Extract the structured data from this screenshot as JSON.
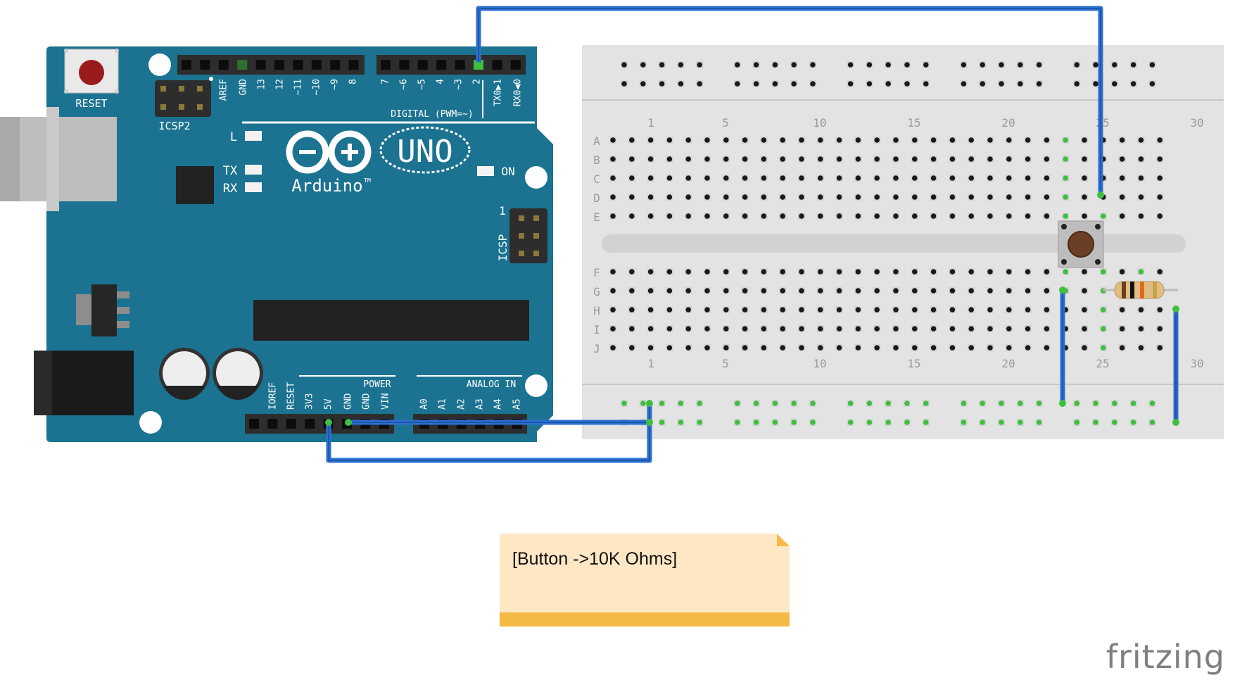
{
  "arduino": {
    "reset_label": "RESET",
    "icsp2_label": "ICSP2",
    "icsp_label": "ICSP",
    "icsp_pin1": "1",
    "led_l": "L",
    "led_tx": "TX",
    "led_rx": "RX",
    "led_on": "ON",
    "logo_text": "Arduino",
    "tm": "TM",
    "uno_text": "UNO",
    "digital_label": "DIGITAL (PWM=~)",
    "power_label": "POWER",
    "analog_label": "ANALOG IN",
    "digital_pins": [
      "AREF",
      "GND",
      "13",
      "12",
      "~11",
      "~10",
      "~9",
      "8",
      "7",
      "~6",
      "~5",
      "4",
      "~3",
      "2",
      "TX0▶1",
      "RX0◀0"
    ],
    "power_pins": [
      "IOREF",
      "RESET",
      "3V3",
      "5V",
      "GND",
      "GND",
      "VIN"
    ],
    "analog_pins": [
      "A0",
      "A1",
      "A2",
      "A3",
      "A4",
      "A5"
    ]
  },
  "breadboard": {
    "row_letters_top": [
      "A",
      "B",
      "C",
      "D",
      "E"
    ],
    "row_letters_bottom": [
      "F",
      "G",
      "H",
      "I",
      "J"
    ],
    "column_numbers": [
      "1",
      "5",
      "10",
      "15",
      "20",
      "25",
      "30"
    ]
  },
  "note": {
    "text": "[Button ->10K Ohms]"
  },
  "watermark": "fritzing",
  "colors": {
    "board": "#1b7391",
    "wire": "#2b6fd1",
    "breadboard": "#e3e3e3",
    "note_body": "#fde7c4",
    "note_bar": "#f5b946",
    "active_hole": "#3fbf3f"
  }
}
